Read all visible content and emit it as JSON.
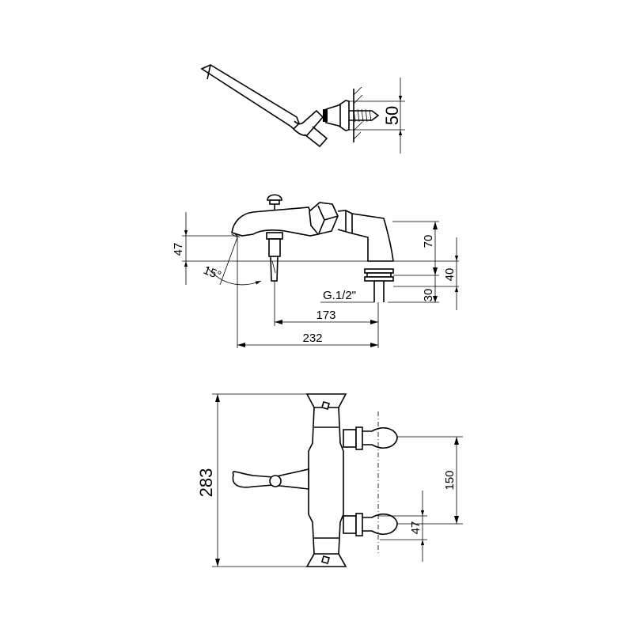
{
  "dimensions": {
    "wall_bracket_height": "50",
    "spout_height": "47",
    "body_height": "70",
    "inlet_height": "40",
    "inlet_thread_length": "30",
    "spout_angle": "15°",
    "thread": "G.1/2\"",
    "inlet_to_spout_inner": "173",
    "inlet_to_spout_outer": "232",
    "total_width": "283",
    "inlet_spacing": "150",
    "inlet_offset": "47"
  }
}
